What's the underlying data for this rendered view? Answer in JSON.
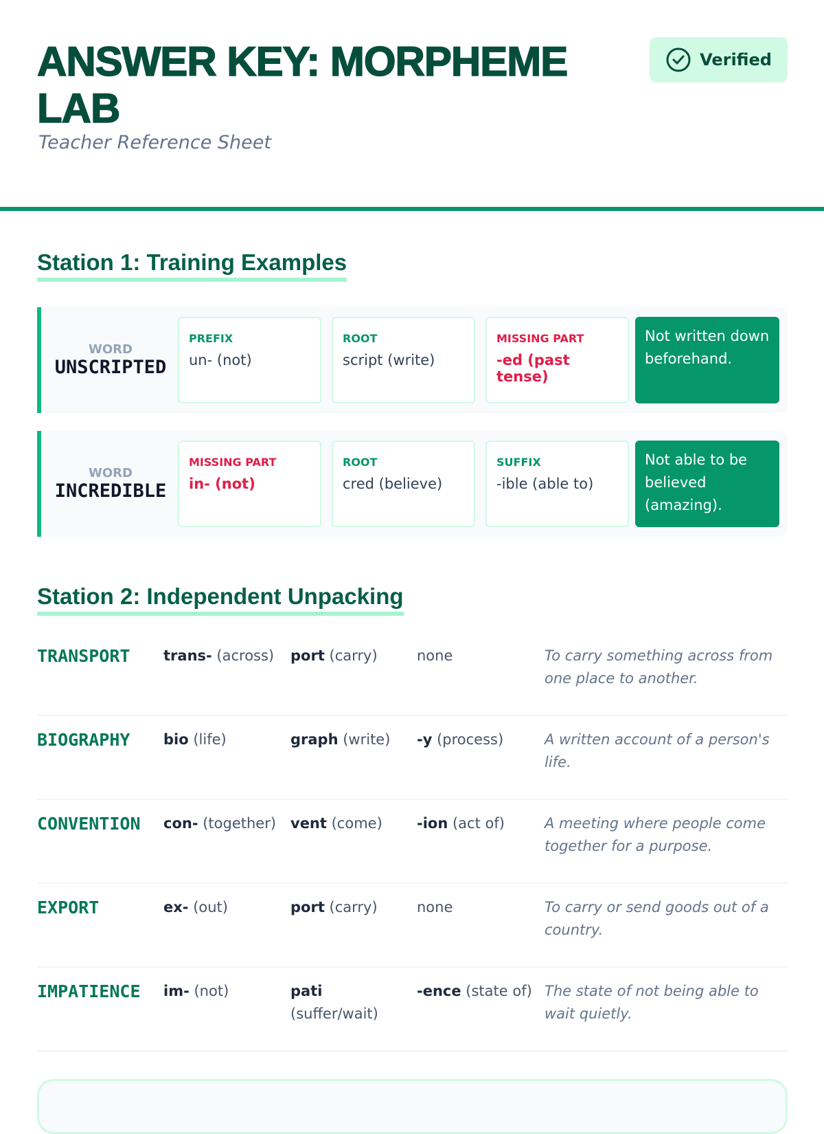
{
  "header": {
    "title": "ANSWER KEY: MORPHEME LAB",
    "subtitle": "Teacher Reference Sheet",
    "badge": "Verified"
  },
  "station1": {
    "heading": "Station 1: Training Examples",
    "word_label": "WORD",
    "items": [
      {
        "word": "UNSCRIPTED",
        "parts": [
          {
            "label": "PREFIX",
            "value": "un- (not)",
            "missing": false
          },
          {
            "label": "ROOT",
            "value": "script (write)",
            "missing": false
          },
          {
            "label": "MISSING PART",
            "value": "-ed (past tense)",
            "missing": true
          }
        ],
        "meaning": "Not written down beforehand."
      },
      {
        "word": "INCREDIBLE",
        "parts": [
          {
            "label": "MISSING PART",
            "value": "in- (not)",
            "missing": true
          },
          {
            "label": "ROOT",
            "value": "cred (believe)",
            "missing": false
          },
          {
            "label": "SUFFIX",
            "value": "-ible (able to)",
            "missing": false
          }
        ],
        "meaning": "Not able to be believed (amazing)."
      }
    ]
  },
  "station2": {
    "heading": "Station 2: Independent Unpacking",
    "rows": [
      {
        "word": "TRANSPORT",
        "prefix": [
          "trans-",
          "(across)"
        ],
        "root": [
          "port",
          "(carry)"
        ],
        "suffix": [
          "",
          "none"
        ],
        "definition": "To carry something across from one place to another."
      },
      {
        "word": "BIOGRAPHY",
        "prefix": [
          "bio",
          "(life)"
        ],
        "root": [
          "graph",
          "(write)"
        ],
        "suffix": [
          "-y",
          "(process)"
        ],
        "definition": "A written account of a person's life."
      },
      {
        "word": "CONVENTION",
        "prefix": [
          "con-",
          "(together)"
        ],
        "root": [
          "vent",
          "(come)"
        ],
        "suffix": [
          "-ion",
          "(act of)"
        ],
        "definition": "A meeting where people come together for a purpose."
      },
      {
        "word": "EXPORT",
        "prefix": [
          "ex-",
          "(out)"
        ],
        "root": [
          "port",
          "(carry)"
        ],
        "suffix": [
          "",
          "none"
        ],
        "definition": "To carry or send goods out of a country."
      },
      {
        "word": "IMPATIENCE",
        "prefix": [
          "im-",
          "(not)"
        ],
        "root": [
          "pati",
          "(suffer/wait)"
        ],
        "suffix": [
          "-ence",
          "(state of)"
        ],
        "definition": "The state of not being able to wait quietly."
      }
    ]
  }
}
